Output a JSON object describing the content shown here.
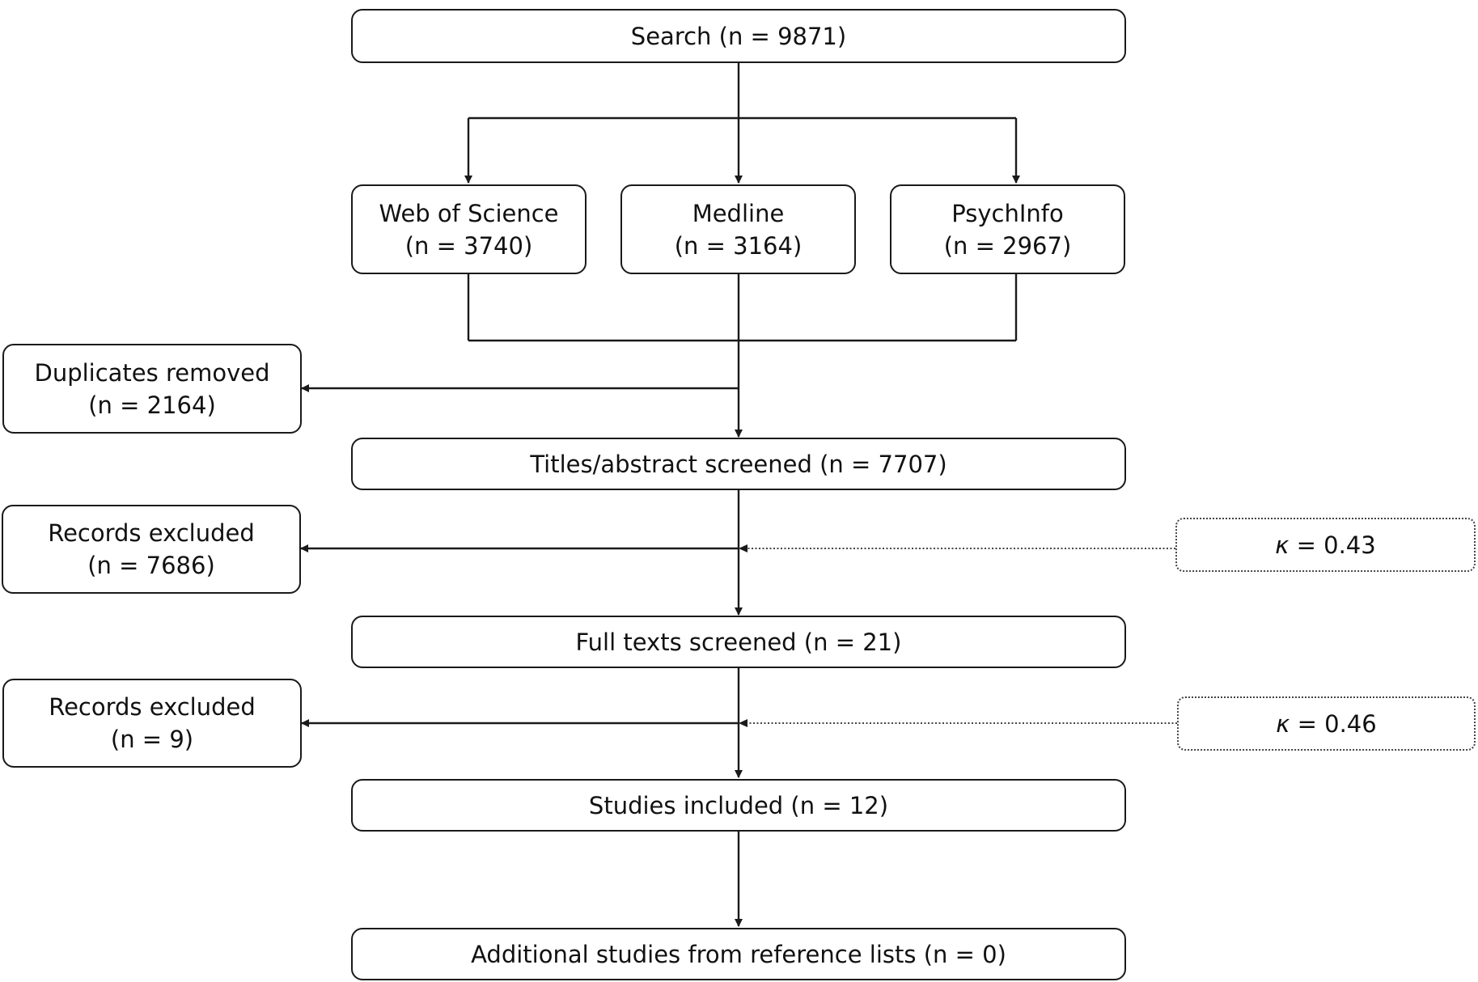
{
  "nodes": {
    "search": "Search (n = 9871)",
    "wos": {
      "name": "Web of Science",
      "count": "(n = 3740)"
    },
    "medline": {
      "name": "Medline",
      "count": "(n = 3164)"
    },
    "psychinfo": {
      "name": "PsychInfo",
      "count": "(n = 2967)"
    },
    "duplicates": {
      "name": "Duplicates removed",
      "count": "(n = 2164)"
    },
    "titles": "Titles/abstract screened (n = 7707)",
    "excluded1": {
      "name": "Records excluded",
      "count": "(n = 7686)"
    },
    "kappa1": {
      "symbol": "κ",
      "value": " = 0.43"
    },
    "fulltexts": "Full texts screened (n = 21)",
    "excluded2": {
      "name": "Records excluded",
      "count": "(n = 9)"
    },
    "kappa2": {
      "symbol": "κ",
      "value": " = 0.46"
    },
    "included": "Studies included (n = 12)",
    "additional": "Additional studies from reference lists (n = 0)"
  }
}
